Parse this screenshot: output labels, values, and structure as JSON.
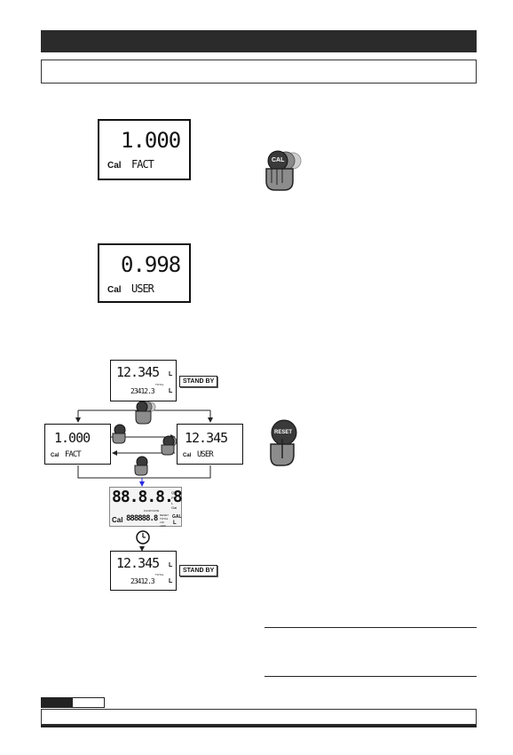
{
  "lcd_factory": {
    "value": "1.000",
    "mode": "Cal",
    "label": "FACT"
  },
  "lcd_user": {
    "value": "0.998",
    "mode": "Cal",
    "label": "USER"
  },
  "buttons": {
    "cal": "CAL",
    "reset": "RESET"
  },
  "diagram": {
    "top_display": {
      "value": "12.345",
      "unit_top": "L",
      "total": "23412.3",
      "total_label": "TOTAL",
      "unit_bottom": "L",
      "standby": "STAND BY"
    },
    "left_display": {
      "value": "1.000",
      "mode": "Cal",
      "label": "FACT"
    },
    "right_display": {
      "value": "12.345",
      "mode": "Cal",
      "label": "USER"
    },
    "full_display": {
      "digits": "88.8.8.8",
      "mode": "Cal",
      "small_digits": "888888.8",
      "flow_rate": "FLOW RATE",
      "units": [
        "Qts",
        "Pts",
        "L",
        "Gal"
      ],
      "right_labels": [
        "RESET",
        "TOTAL",
        "x10",
        "x100"
      ],
      "unit_gal": "GAL",
      "unit_l": "L"
    },
    "bottom_display": {
      "value": "12.345",
      "unit_top": "L",
      "total": "23412.3",
      "total_label": "TOTAL",
      "unit_bottom": "L",
      "standby": "STAND BY"
    }
  }
}
